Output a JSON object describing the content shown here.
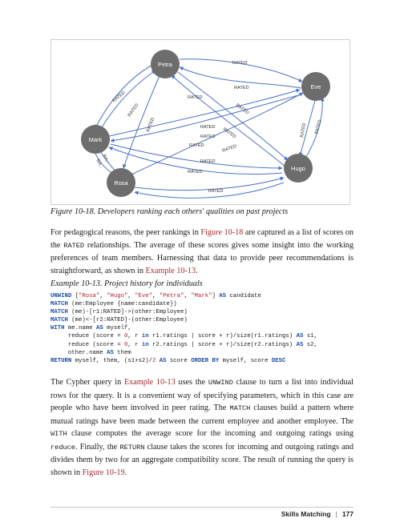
{
  "figure": {
    "nodes": [
      {
        "id": "petra",
        "label": "Petra"
      },
      {
        "id": "eve",
        "label": "Eve"
      },
      {
        "id": "mark",
        "label": "Mark"
      },
      {
        "id": "hugo",
        "label": "Hugo"
      },
      {
        "id": "rosa",
        "label": "Rosa"
      }
    ],
    "edge_label": "RATED",
    "edge_label_short": "RA...",
    "colors": {
      "node_fill": "#6d6d6d",
      "edge": "#4a72c8"
    },
    "caption": "Figure 10-18. Developers ranking each others' qualities on past projects"
  },
  "para1": {
    "a": "For pedagogical reasons, the peer rankings in ",
    "ref": "Figure 10-18",
    "b": " are captured as a list of scores on the ",
    "code": "RATED",
    "c": " relationships. The average of these scores gives some insight into the working preferences of team members. Harnessing that data to provide peer recommendations is straightforward, as shown in ",
    "ref2": "Example 10-13",
    "d": "."
  },
  "example_caption": "Example 10-13. Project history for individuals",
  "code": {
    "l1a": "UNWIND",
    "l1b": " [",
    "l1c": "\"Rosa\"",
    "l1d": ", ",
    "l1e": "\"Hugo\"",
    "l1f": ", ",
    "l1g": "\"Eve\"",
    "l1h": ", ",
    "l1i": "\"Petra\"",
    "l1j": ", ",
    "l1k": "\"Mark\"",
    "l1l": "] ",
    "l1m": "AS",
    "l1n": " candidate",
    "l2a": "MATCH",
    "l2b": " (me:Employee {name:candidate})",
    "l3a": "MATCH",
    "l3b": " (me)-[r1:RATED]->(other:Employee)",
    "l4a": "MATCH",
    "l4b": " (me)<-[r2:RATED]-(other:Employee)",
    "l5a": "WITH",
    "l5b": " me.name ",
    "l5c": "AS",
    "l5d": " myself,",
    "l6a": "     reduce (score = ",
    "l6b": "0",
    "l6c": ", r ",
    "l6d": "in",
    "l6e": " r1.ratings | score + r)/size(r1.ratings) ",
    "l6f": "AS",
    "l6g": " s1,",
    "l7a": "     reduce (score = ",
    "l7b": "0",
    "l7c": ", r ",
    "l7d": "in",
    "l7e": " r2.ratings | score + r)/size(r2.ratings) ",
    "l7f": "AS",
    "l7g": " s2,",
    "l8a": "     other.name ",
    "l8b": "AS",
    "l8c": " them",
    "l9a": "RETURN",
    "l9b": " myself, them, (s1+s2)/",
    "l9c": "2",
    "l9d": " ",
    "l9e": "AS",
    "l9f": " score ",
    "l9g": "ORDER BY",
    "l9h": " myself, score ",
    "l9i": "DESC"
  },
  "para2": {
    "a": "The Cypher query in ",
    "ref": "Example 10-13",
    "b": " uses the ",
    "code1": "UNWIND",
    "c": " clause to turn a list into individual rows for the query. It is a convenient way of specifying parameters, which in this case are people who have been involved in peer rating. The ",
    "code2": "MATCH",
    "d": " clauses build a pattern where mutual ratings have been made between the current employee and another employee. The ",
    "code3": "WITH",
    "e": " clause computes the average score for the incoming and outgoing ratings using ",
    "code4": "reduce",
    "f": ". Finally, the ",
    "code5": "RETURN",
    "g": " clause takes the scores for incoming and outgoing ratings and divides them by two for an aggregate compatibility score. The result of running the query is shown in ",
    "ref2": "Figure 10-19",
    "h": "."
  },
  "footer": {
    "section": "Skills Matching",
    "separator": "|",
    "page": "177"
  }
}
